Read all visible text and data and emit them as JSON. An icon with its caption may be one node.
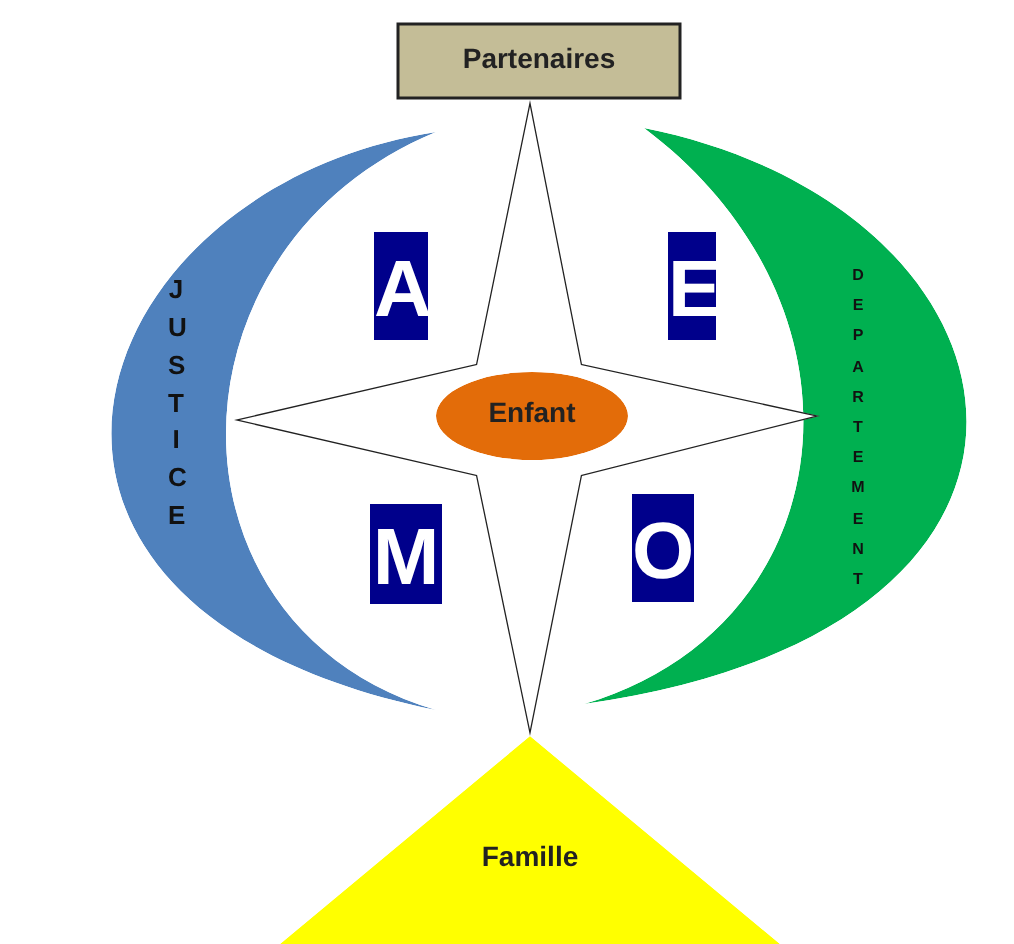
{
  "diagram": {
    "nodes": [
      {
        "text": [
          "Partenaires"
        ]
      },
      {
        "text": [
          "JUSTICE"
        ]
      },
      {
        "text": [],
        "shape": "star"
      },
      {
        "text": [
          "A"
        ]
      },
      {
        "text": [
          "E"
        ]
      },
      {
        "text": [
          "Enfant"
        ],
        "in": 2
      },
      {
        "text": [
          "DEPARTEMENT"
        ]
      },
      {
        "text": [
          "M"
        ]
      },
      {
        "text": [
          "O"
        ]
      },
      {
        "text": [
          "Famille"
        ]
      }
    ]
  }
}
